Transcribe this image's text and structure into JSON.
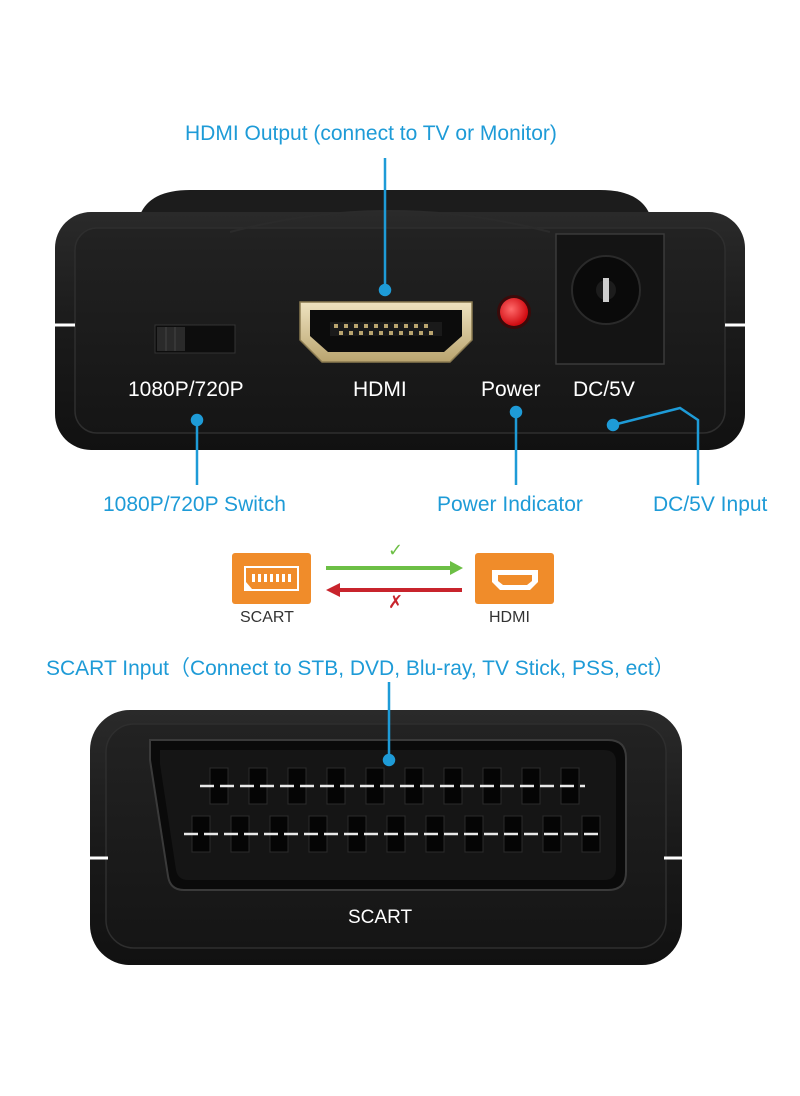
{
  "colors": {
    "callout": "#1e9bd7",
    "device_body": "#1b1b1b",
    "port_gold": "#d8c9a0",
    "power_led": "#e8141a",
    "flow_badge": "#f08c2a",
    "arrow_ok": "#6cbf45",
    "arrow_no": "#c8242c"
  },
  "callouts": {
    "hdmi_output": "HDMI Output (connect to TV or Monitor)",
    "switch": "1080P/720P Switch",
    "power_indicator": "Power Indicator",
    "dc_input": "DC/5V Input",
    "scart_input": "SCART Input（Connect to STB, DVD, Blu-ray, TV Stick, PSS, ect）"
  },
  "device_top": {
    "switch_label": "1080P/720P",
    "hdmi_label": "HDMI",
    "power_label": "Power",
    "dc_label": "DC/5V"
  },
  "flow": {
    "source_label": "SCART",
    "target_label": "HDMI",
    "forward_mark": "✓",
    "reverse_mark": "✗",
    "source_icon": "scart-port-icon",
    "target_icon": "hdmi-port-icon"
  },
  "device_bottom": {
    "port_label": "SCART"
  }
}
